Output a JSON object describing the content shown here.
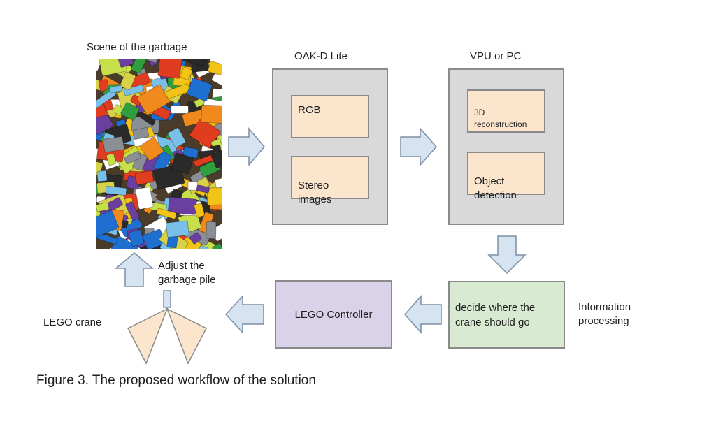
{
  "scene": {
    "label": "Scene of the garbage"
  },
  "oak": {
    "title": "OAK-D Lite",
    "rgb": "RGB",
    "stereo": "Stereo\nimages"
  },
  "vpu": {
    "title": "VPU or PC",
    "reconstruction": "3D\nreconstruction",
    "detection": "Object\ndetection"
  },
  "decide": {
    "text": "decide where the\ncrane should go"
  },
  "info_label": "Information\nprocessing",
  "controller": {
    "text": "LEGO Controller"
  },
  "adjust_label": "Adjust the\ngarbage pile",
  "crane_label": "LEGO crane",
  "caption": "Figure 3. The proposed workflow of the solution",
  "colors": {
    "arrow_fill": "#d6e4f2",
    "arrow_stroke": "#7c8ea3",
    "gray_box": "#d9d9d9",
    "peach_box": "#fce5cd",
    "purple_box": "#d9d2e9",
    "green_box": "#d9ead3"
  }
}
